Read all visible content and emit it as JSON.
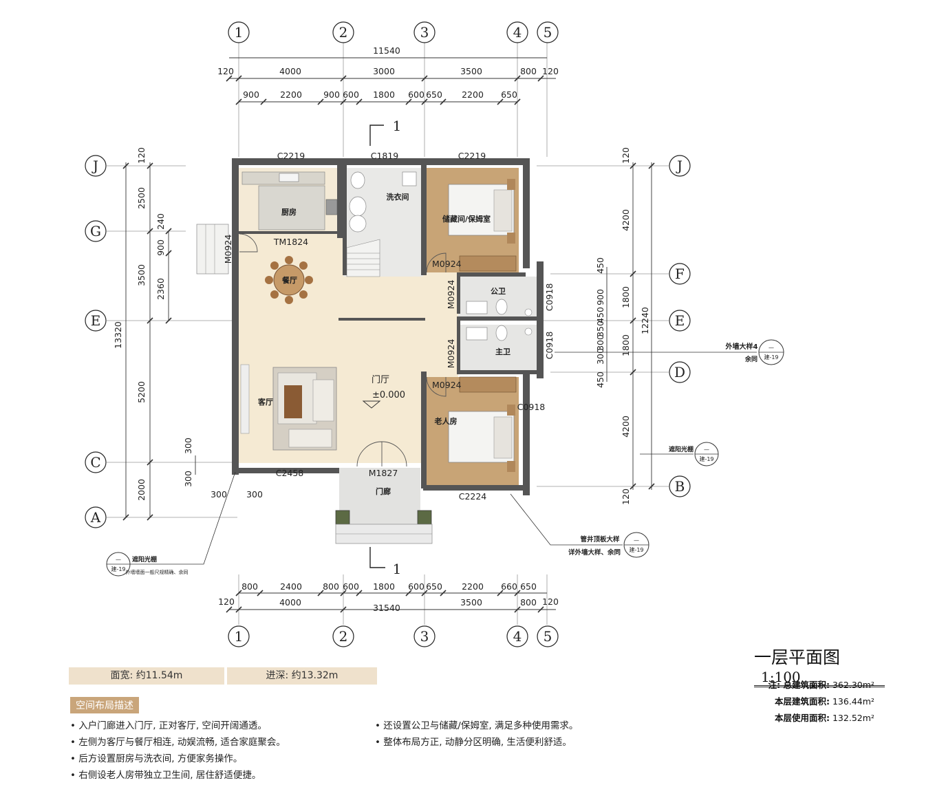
{
  "grid": {
    "cols": [
      "1",
      "2",
      "3",
      "4",
      "5"
    ],
    "rows": [
      "J",
      "G",
      "E",
      "C",
      "A"
    ],
    "rows_right": [
      "J",
      "F",
      "E",
      "D",
      "B"
    ]
  },
  "dims": {
    "top_total": "11540",
    "top_mid": [
      "120",
      "4000",
      "3000",
      "3500",
      "800",
      "120"
    ],
    "top_inner": [
      "900",
      "2200",
      "900",
      "600",
      "1800",
      "600",
      "650",
      "2200",
      "650"
    ],
    "bottom_inner": [
      "800",
      "2400",
      "800",
      "600",
      "1800",
      "600",
      "650",
      "2200",
      "660",
      "650"
    ],
    "bottom_mid": [
      "120",
      "4000",
      "3500",
      "800",
      "120"
    ],
    "bottom_total": "31540",
    "left_total": "13320",
    "left_seg": [
      "120",
      "2500",
      "3500",
      "5200",
      "2000"
    ],
    "left_inner": [
      "240",
      "900",
      "2360"
    ],
    "left_small": [
      "300",
      "300"
    ],
    "bottom_small": [
      "300",
      "300"
    ],
    "right_total": "12240",
    "right_outer": [
      "120",
      "4200",
      "1800",
      "1800",
      "4200",
      "120"
    ],
    "right_inner": [
      "450",
      "900",
      "450",
      "350",
      "300",
      "300",
      "450"
    ]
  },
  "windows": {
    "w_top_left": "C2219",
    "w_top_mid": "C1819",
    "w_top_right": "C2219",
    "w_bottom_left": "C2458",
    "w_bottom_right": "C2224",
    "w_right_1": "C0918",
    "w_right_2": "C0918",
    "w_right_3": "C0918"
  },
  "doors": {
    "tm1824": "TM1824",
    "m0924_left": "M0924",
    "m0924_a": "M0924",
    "m0924_b": "M0924",
    "m0924_c": "M0924",
    "m0924_d": "M0924",
    "m1827": "M1827"
  },
  "rooms": {
    "kitchen": "厨房",
    "laundry": "洗衣间",
    "storage": "储藏间/保姆室",
    "dining": "餐厅",
    "public_bath": "公卫",
    "master_bath": "主卫",
    "living": "客厅",
    "foyer": "门厅",
    "elevation": "±0.000",
    "elder_room": "老人房",
    "porch": "门廊"
  },
  "section": {
    "mark": "1"
  },
  "callouts": {
    "wall_detail": "外墙大样4",
    "wall_detail_sub": "余同",
    "ramp_right": "遮阳光棚",
    "pipe_detail": "管井顶板大样",
    "pipe_detail_sub": "详外墙大样、余同",
    "ramp_left": "遮阳光棚",
    "ramp_left_sub": "外墙墙面一般尺规精确、余同",
    "bubble_code": "—",
    "bubble_sheet": "建-19"
  },
  "title": {
    "main": "一层平面图",
    "scale": "1:100"
  },
  "areas": {
    "note_key": "注: 总建筑面积:",
    "total": "362.30m²",
    "floor_key": "本层建筑面积:",
    "floor": "136.44m²",
    "use_key": "本层使用面积:",
    "use": "132.52m²"
  },
  "summary": {
    "width": "面宽: 约11.54m",
    "depth": "进深: 约13.32m",
    "section_title": "空间布局描述",
    "left": [
      "入户门廊进入门厅, 正对客厅, 空间开阔通透。",
      "左侧为客厅与餐厅相连, 动娱流畅, 适合家庭聚会。",
      "后方设置厨房与洗衣间, 方便家务操作。",
      "右侧设老人房带独立卫生间, 居住舒适便捷。"
    ],
    "right": [
      "还设置公卫与储藏/保姆室, 满足多种使用需求。",
      "整体布局方正, 动静分区明确, 生活便利舒适。"
    ]
  },
  "colors": {
    "wall": "#555555",
    "floor": "#f5ead3",
    "wood": "#c8a476",
    "tile": "#e8e8e6",
    "accent": "#c9a57a"
  }
}
